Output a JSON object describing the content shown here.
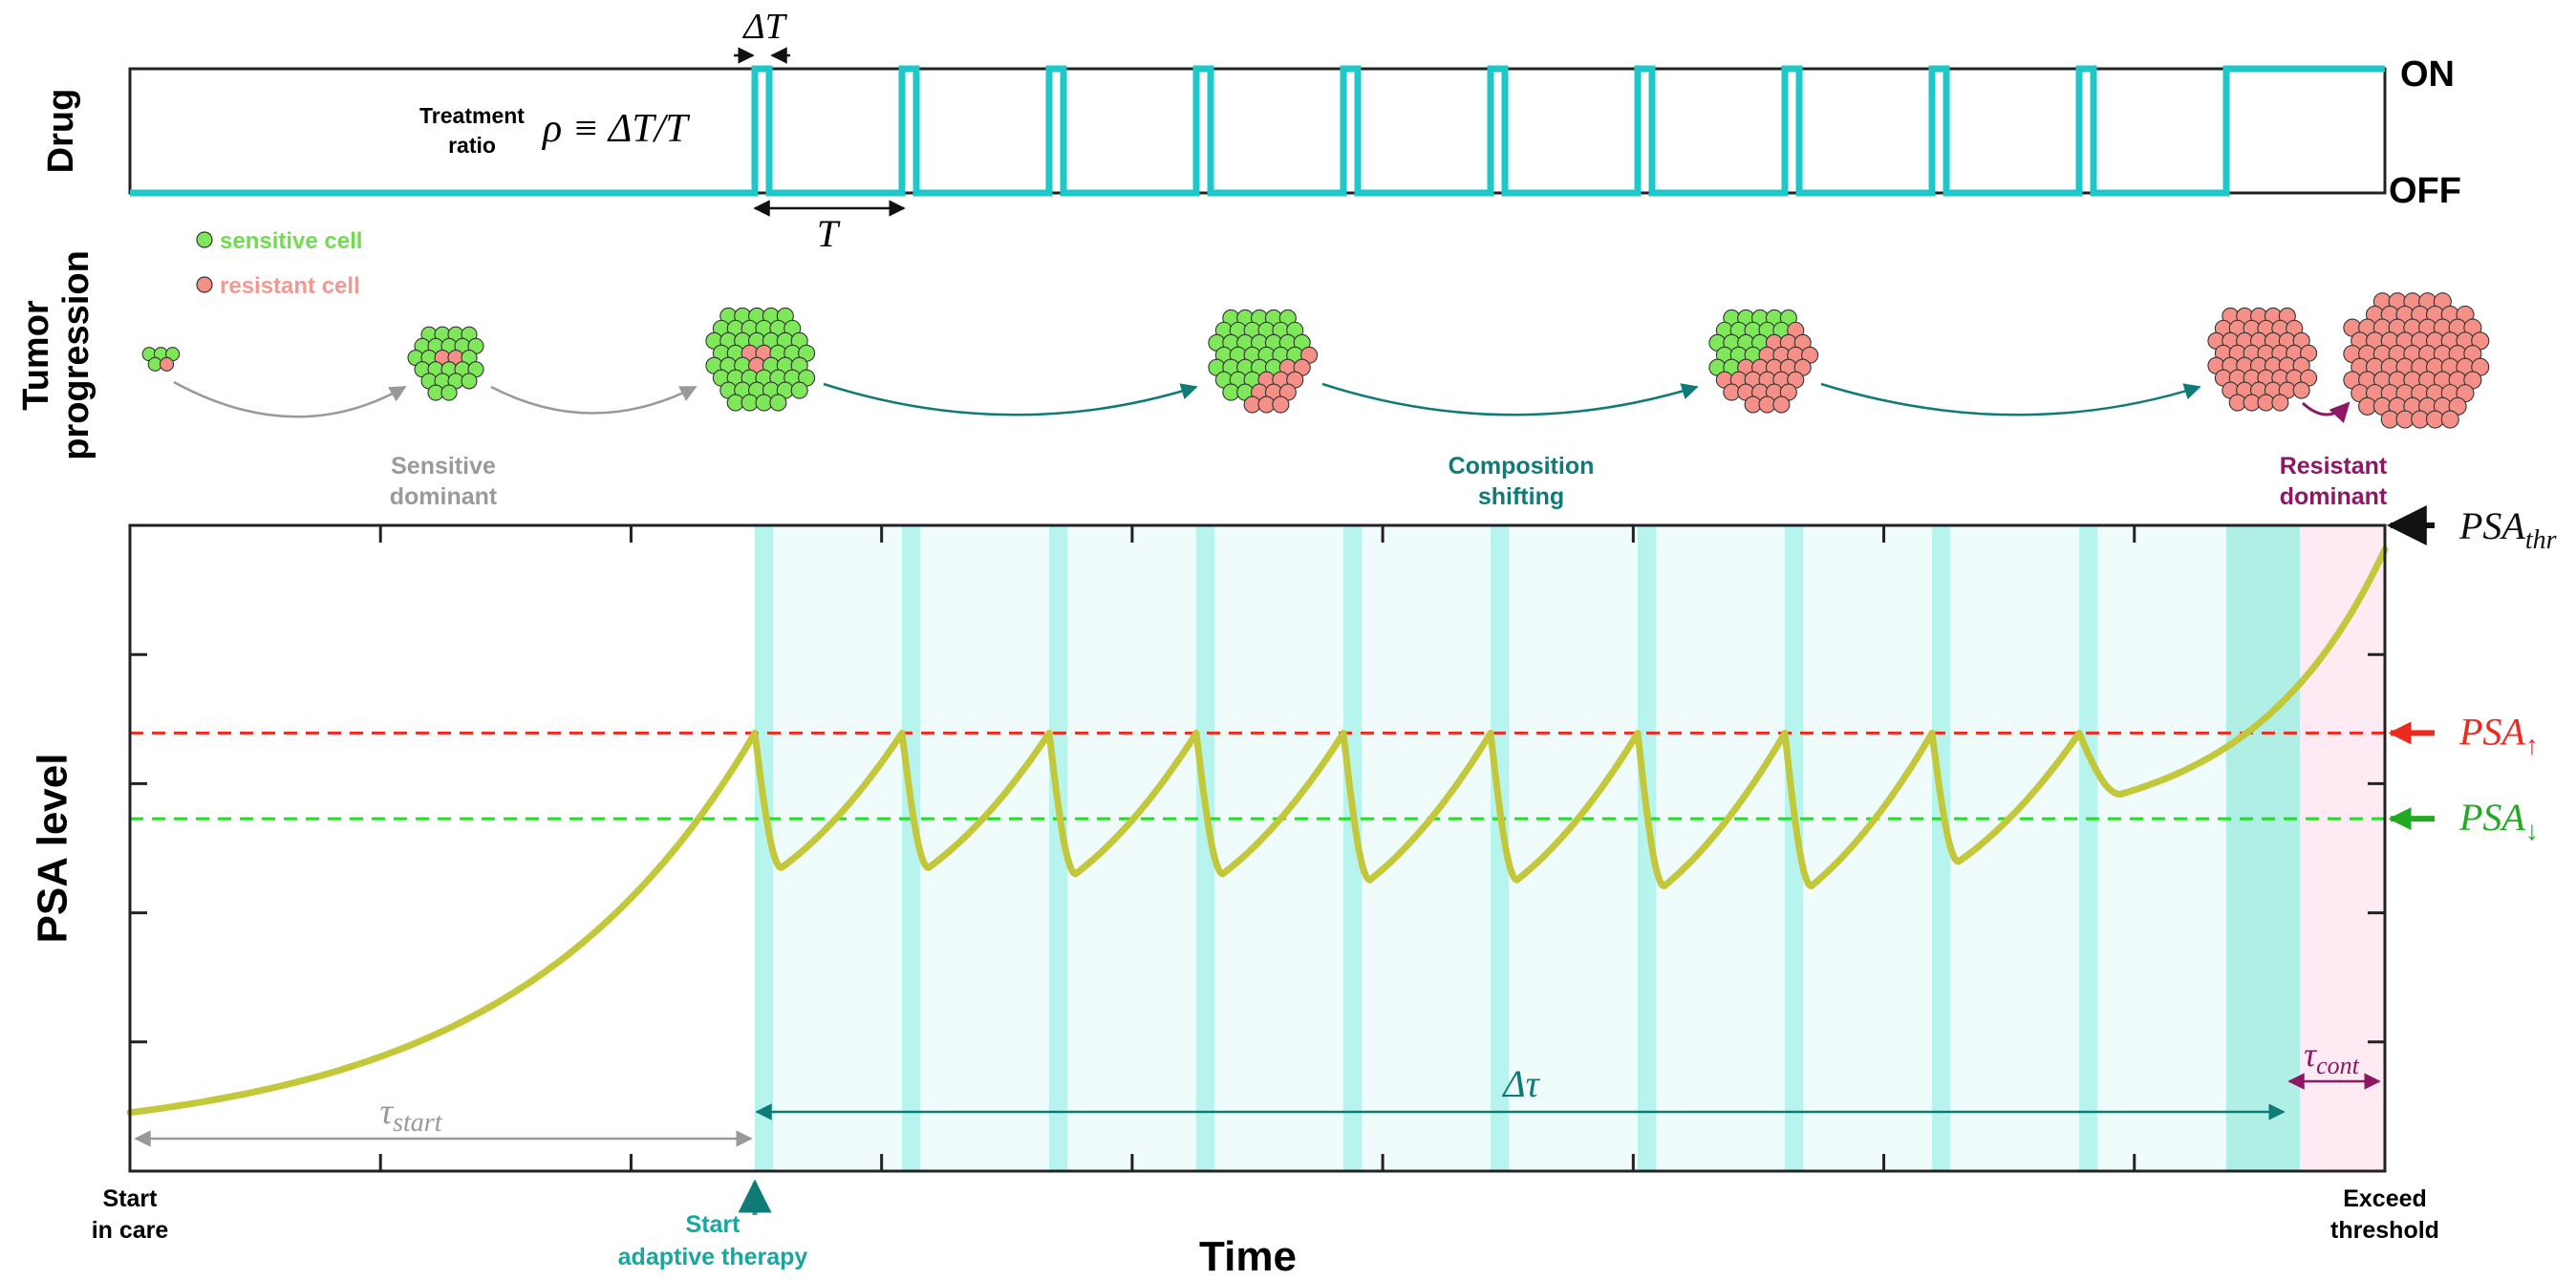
{
  "colors": {
    "drug": "#1ec8c8",
    "psa_curve": "#c3c83a",
    "psa_curve_low": "#93d65a",
    "on_band": "#b8f4ee",
    "off_band": "#effcfb",
    "final_on": "#b0efe6",
    "cont_band": "#fdeaf2",
    "psa_up": "#ee2a1f",
    "psa_down": "#22dd22",
    "sensitive_cell": "#7ee85a",
    "resistant_cell": "#f49088",
    "gray_arrow": "#999999",
    "teal_arrow": "#0f7b77",
    "purple": "#8e1763",
    "green_text": "#6fdd4f",
    "pink_text": "#f09a94"
  },
  "drug_panel": {
    "ylabel": "Drug",
    "on_label": "ON",
    "off_label": "OFF",
    "delta_t_label": "ΔT",
    "period_label": "T",
    "treatment_ratio_line1": "Treatment",
    "treatment_ratio_line2": "ratio",
    "rho_formula": "ρ ≡ ΔT/T"
  },
  "tumor_panel": {
    "ylabel_line1": "Tumor",
    "ylabel_line2": "progression",
    "legend_sensitive": "sensitive cell",
    "legend_resistant": "resistant cell",
    "phase_sensitive_line1": "Sensitive",
    "phase_sensitive_line2": "dominant",
    "phase_shifting_line1": "Composition",
    "phase_shifting_line2": "shifting",
    "phase_resistant_line1": "Resistant",
    "phase_resistant_line2": "dominant"
  },
  "psa_panel": {
    "ylabel": "PSA level",
    "xlabel": "Time",
    "psa_thr_base": "PSA",
    "psa_thr_sub": "thr",
    "psa_up_base": "PSA",
    "psa_up_sub": "↑",
    "psa_down_base": "PSA",
    "psa_down_sub": "↓",
    "tau_start_base": "τ",
    "tau_start_sub": "start",
    "delta_tau": "Δτ",
    "tau_cont_base": "τ",
    "tau_cont_sub": "cont",
    "start_care_line1": "Start",
    "start_care_line2": "in care",
    "start_adaptive_line1": "Start",
    "start_adaptive_line2": "adaptive therapy",
    "exceed_line1": "Exceed",
    "exceed_line2": "threshold"
  },
  "chart_data": {
    "type": "line",
    "xlabel": "Time",
    "ylabel": "PSA level",
    "treatment_cycles": 10,
    "cycle_period": 1,
    "delta_T": 0.1,
    "therapy_start": 0,
    "psa_up_level": 0.7,
    "psa_down_level": 0.56,
    "psa_thr_level": 1.0,
    "psa_start_level": 0.08,
    "psa_troughs": [
      0.48,
      0.48,
      0.47,
      0.47,
      0.46,
      0.46,
      0.45,
      0.45,
      0.49,
      0.6
    ],
    "final_on_duration": 0.45,
    "tau_cont_duration": 0.55
  }
}
